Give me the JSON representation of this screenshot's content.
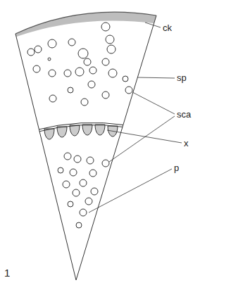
{
  "diagram": {
    "labels": [
      "ck",
      "sp",
      "sca",
      "x",
      "p",
      "1"
    ]
  }
}
